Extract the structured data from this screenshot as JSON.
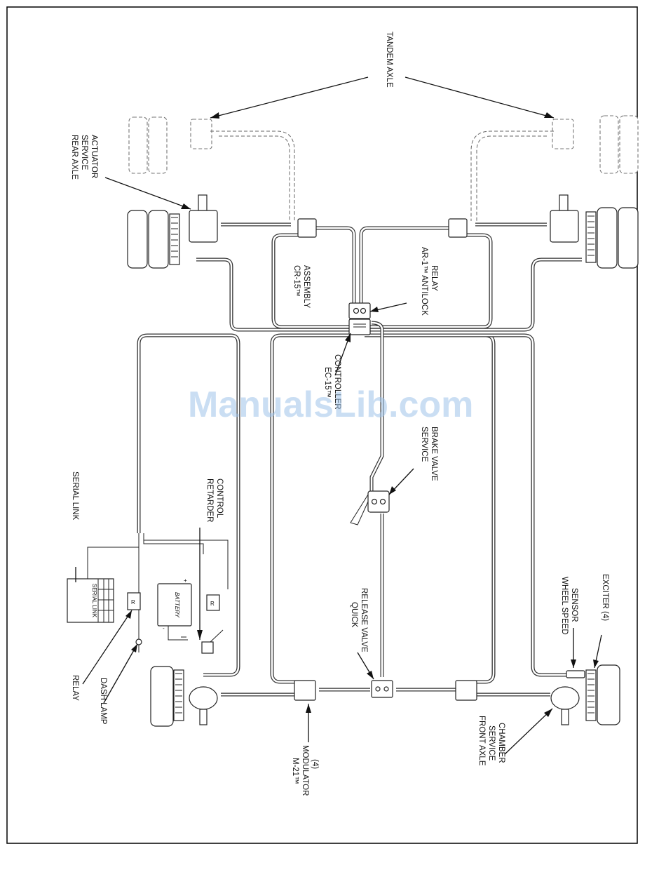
{
  "watermark": "ManualsLib.com",
  "labels": {
    "tandem_axle": "TANDEM AXLE",
    "rear_axle_actuator": [
      "REAR AXLE",
      "SERVICE",
      "ACTUATOR"
    ],
    "cr15_assembly": [
      "CR-15™",
      "ASSEMBLY"
    ],
    "ar1_relay": [
      "AR-1™ ANTILOCK",
      "RELAY"
    ],
    "ec15_controller": [
      "EC-15™",
      "CONTROLLER"
    ],
    "service_brake_valve": [
      "SERVICE",
      "BRAKE VALVE"
    ],
    "serial_link": "SERIAL LINK",
    "retarder_control": [
      "RETARDER",
      "CONTROL"
    ],
    "relay": "RELAY",
    "dash_lamp": "DASH LAMP",
    "quick_release_valve": [
      "QUICK",
      "RELEASE VALVE"
    ],
    "wheel_speed_sensor": [
      "WHEEL SPEED",
      "SENSOR"
    ],
    "exciter": "EXCITER (4)",
    "m21_modulator": [
      "M-21™",
      "MODULATOR",
      "(4)"
    ],
    "front_axle_chamber": [
      "FRONT AXLE",
      "SERVICE",
      "CHAMBER"
    ]
  },
  "device_text": {
    "battery": "BATTERY",
    "serial_link_box": "SERIAL LINK",
    "plus": "+",
    "minus": "-",
    "relay_box": "R",
    "retarder_box": "R"
  }
}
